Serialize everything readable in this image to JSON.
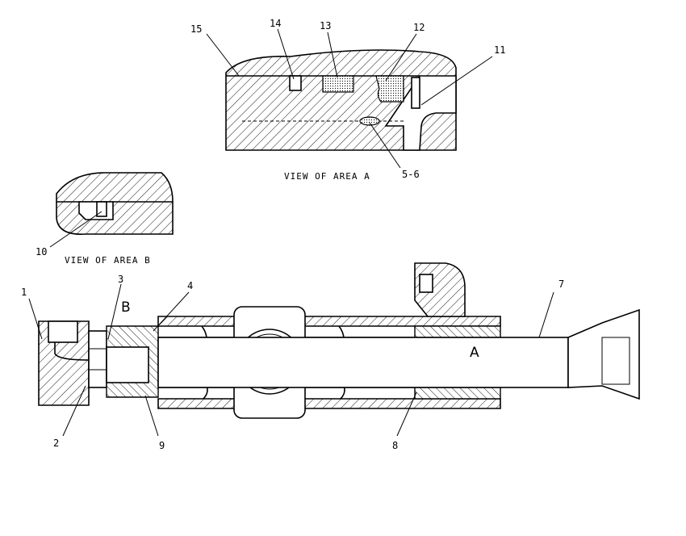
{
  "callouts": [
    "1",
    "2",
    "3",
    "4",
    "5-6",
    "7",
    "8",
    "9",
    "10",
    "11",
    "12",
    "13",
    "14",
    "15"
  ],
  "captions": {
    "view_a": "VIEW OF AREA A",
    "view_b": "VIEW OF AREA B"
  },
  "area_markers": {
    "a": "A",
    "b": "B"
  }
}
